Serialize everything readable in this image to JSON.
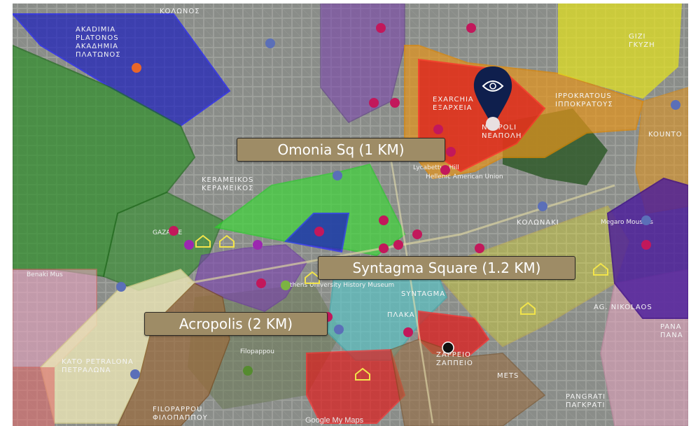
{
  "map": {
    "callouts": [
      {
        "id": "omonia",
        "label": "Omonia Sq (1 KM)"
      },
      {
        "id": "syntagma",
        "label": "Syntagma Square (1.2 KM)"
      },
      {
        "id": "acropolis",
        "label": "Acropolis  (2 KM)"
      }
    ],
    "neighborhoods": {
      "kolonos": "ΚΟΛΩΝΟΣ",
      "akadimia1": "AKADIMIA",
      "akadimia2": "PLATONOS",
      "akadimia3": "ΑΚΑΔΗΜΙΑ",
      "akadimia4": "ΠΛΑΤΩΝΟΣ",
      "exarcheia1": "EXARCHIA",
      "exarcheia2": "ΕΞΑΡΧΕΙΑ",
      "gizi1": "GIZI",
      "gizi2": "ΓΚΥΖΗ",
      "ippokratous1": "IPPOKRATOUS",
      "ippokratous2": "ΙΠΠΟΚΡΑΤΟΥΣ",
      "neapoli1": "NEAPOLI",
      "neapoli2": "ΝΕΑΠΟΛΗ",
      "kerameikos1": "KERAMEIKOS",
      "kerameikos2": "ΚΕΡΑΜΕΙΚΟΣ",
      "kolonaki": "ΚΟΛΩΝΑΚΙ",
      "syntagma1": "SYNTAGMA",
      "plaka": "ΠΛΑΚΑ",
      "zappeio1": "ZAPPEIO",
      "zappeio2": "ΖΑΠΠΕΙΟ",
      "mets": "METS",
      "pangrati1": "PANGRATI",
      "pangrati2": "ΠΑΓΚΡΑΤΙ",
      "filopappou1": "FILOPAPPOU",
      "filopappou2": "ΦΙΛΟΠΑΠΠΟΥ",
      "petralona1": "KATO PETRALONA",
      "petralona2": "ΠΕΤΡΑΛΩΝΑ",
      "agnikolaos": "AG. NIKOLAOS",
      "pana1": "PANA",
      "pana2": "ΠΑΝΑ",
      "kountou": "KOUNTO"
    },
    "poi_labels": {
      "lycabettus": "Lycabettus Hill",
      "hellenic": "Hellenic American Union",
      "athens_univ": "Athens University History Museum",
      "filopappou_hill": "Filopappou",
      "benaki": "Benaki Mus",
      "gazarte": "GAZARTE",
      "megaro": "Megaro Mousikis"
    },
    "attribution": "Google My Maps",
    "marker_icon": "eye-icon",
    "colors": {
      "blue": "#1c1fbf",
      "green": "#2f8f2a",
      "lime": "#3fd63a",
      "red": "#e01d1d",
      "orange": "#e6951c",
      "yellow": "#e6e41c",
      "purple": "#7a3fb0",
      "cyan": "#58c6c9",
      "brown": "#9a6a3c",
      "cream": "#ece6b6",
      "pink": "#e8a3c0",
      "marker": "#0f1f4d",
      "callout": "#9e8c66"
    }
  }
}
